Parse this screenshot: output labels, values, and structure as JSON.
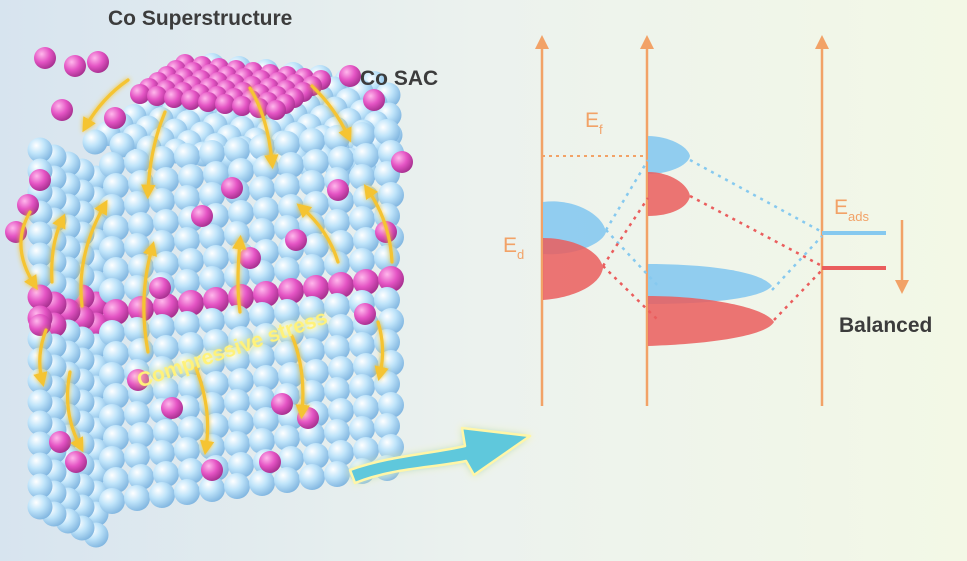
{
  "labels": {
    "superstructure": "Co Superstructure",
    "sac": "Co SAC",
    "stress": "Compressive stress",
    "fermi_main": "E",
    "fermi_sub": "f",
    "dband_main": "E",
    "dband_sub": "d",
    "ads_main": "E",
    "ads_sub": "ads",
    "balanced": "Balanced"
  },
  "colors": {
    "host_atom": "#a8d8f5",
    "co_atom": "#e054c0",
    "stress_arrow": "#f5c430",
    "process_arrow": "#5fc8dc",
    "axis": "#f2a267",
    "blue_state": "#86c9ef",
    "red_state": "#ea5d5d"
  }
}
